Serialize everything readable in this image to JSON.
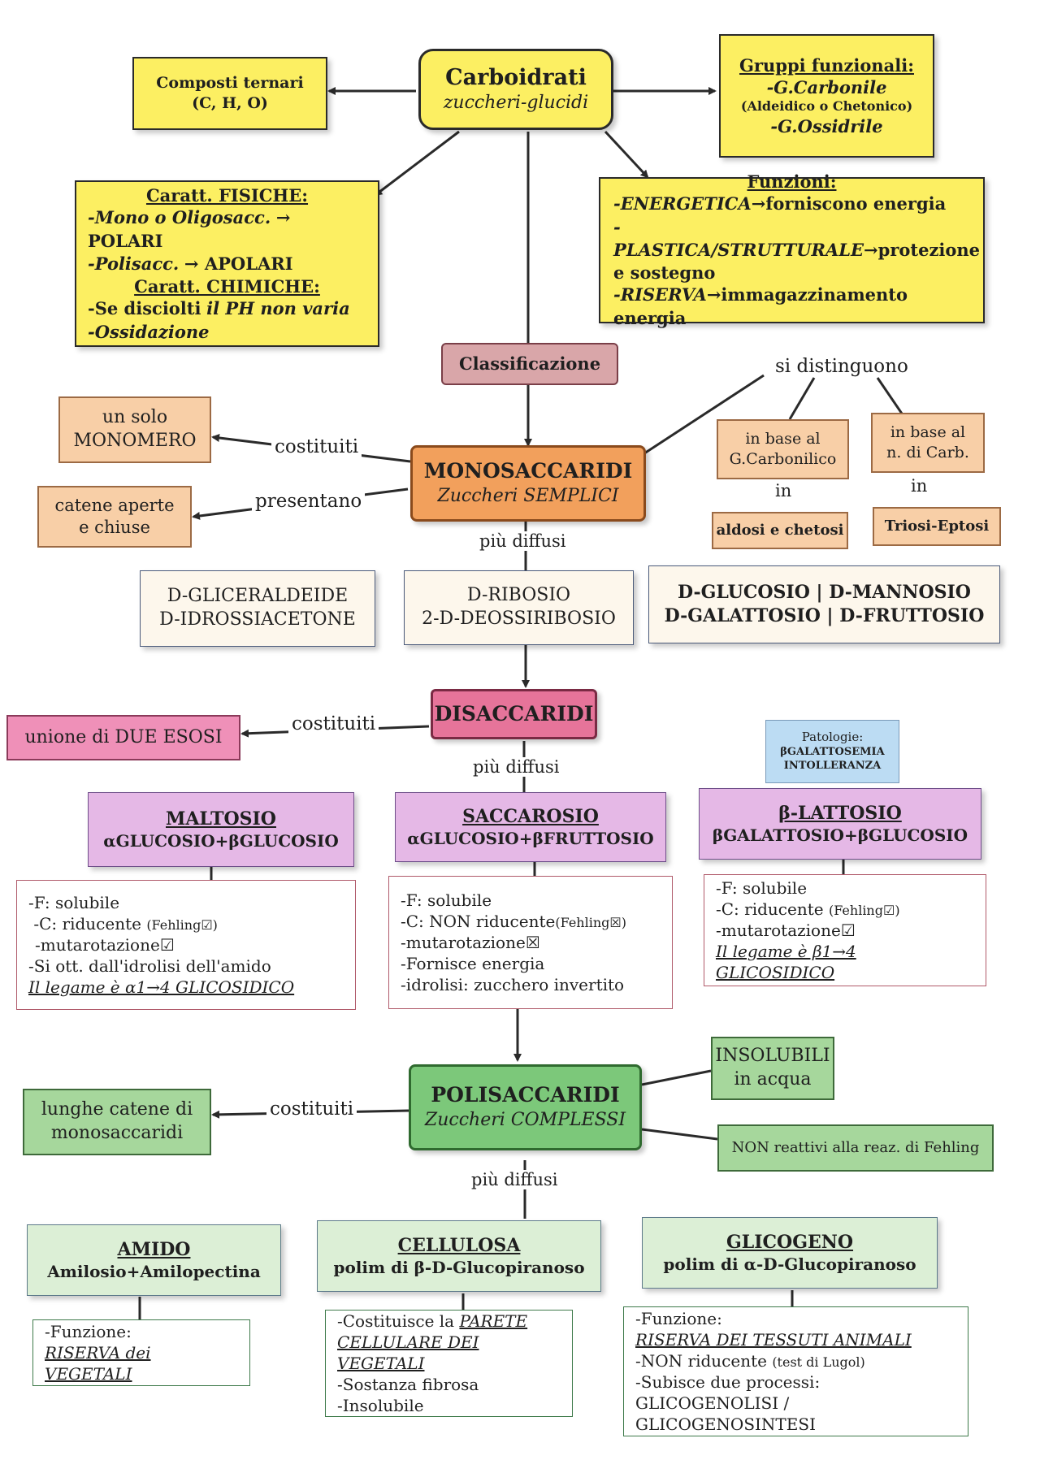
{
  "carboidrati": {
    "title": "Carboidrati",
    "subtitle": "zuccheri-glucidi"
  },
  "composti": {
    "line1": "Composti ternari",
    "line2": "(C, H, O)"
  },
  "gruppi": {
    "title": "Gruppi funzionali:",
    "item1": "-G.Carbonile",
    "item1_note": "(Aldeidico o Chetonico)",
    "item2": "-G.Ossidrile"
  },
  "caratt": {
    "fisiche_title": "Caratt. FISICHE:",
    "f1_italic": "-Mono o Oligosacc.",
    "f1_rest": "→ POLARI",
    "f2_italic": "-Polisacc.",
    "f2_rest": "→ APOLARI",
    "chimiche_title": "Caratt. CHIMICHE:",
    "c1_plain": "-Se disciolti",
    "c1_italic": "il PH non varia",
    "c2": "-Ossidazione"
  },
  "funzioni": {
    "title": "Funzioni:",
    "f1_italic": "-ENERGETICA",
    "f1_rest": "→forniscono energia",
    "f2_italic": "-PLASTICA/STRUTTURALE",
    "f2_rest": "→protezione",
    "f2_cont": "e sostegno",
    "f3_italic": "-RISERVA",
    "f3_rest": "→immagazzinamento energia"
  },
  "classificazione": "Classificazione",
  "si_distinguono": "si distinguono",
  "mono": {
    "title": "MONOSACCARIDI",
    "subtitle": "Zuccheri SEMPLICI",
    "costituiti": "costituiti",
    "presentano": "presentano",
    "monomero": {
      "line1": "un solo",
      "line2": "MONOMERO"
    },
    "catene": {
      "line1": "catene aperte",
      "line2": "e chiuse"
    },
    "base_carbonilico": {
      "line1": "in base al",
      "line2": "G.Carbonilico",
      "in": "in",
      "result": "aldosi e chetosi"
    },
    "base_carb": {
      "line1": "in base al",
      "line2": "n. di Carb.",
      "in": "in",
      "result": "Triosi-Eptosi"
    },
    "piu_diffusi": "più diffusi",
    "ex1": {
      "line1": "D-GLICERALDEIDE",
      "line2": "D-IDROSSIACETONE"
    },
    "ex2": {
      "line1": "D-RIBOSIO",
      "line2": "2-D-DEOSSIRIBOSIO"
    },
    "ex3": {
      "line1": "D-GLUCOSIO | D-MANNOSIO",
      "line2": "D-GALATTOSIO | D-FRUTTOSIO"
    }
  },
  "di": {
    "title": "DISACCARIDI",
    "costituiti": "costituiti",
    "unione": "unione di DUE ESOSI",
    "piu_diffusi": "più diffusi",
    "patologie": {
      "line1": "Patologie:",
      "line2": "βGALATTOSEMIA",
      "line3": "INTOLLERANZA"
    },
    "maltosio": {
      "title": "MALTOSIO",
      "comp": "αGLUCOSIO+βGLUCOSIO",
      "p1": "-F:  solubile",
      "p2": "-C: riducente",
      "p2_note": "(Fehling☑)",
      "p3": "-mutarotazione☑",
      "p4": "-Si ott. dall'idrolisi dell'amido",
      "p5": "Il legame è α1→4 GLICOSIDICO"
    },
    "saccarosio": {
      "title": "SACCAROSIO",
      "comp": "αGLUCOSIO+βFRUTTOSIO",
      "p1": "-F:  solubile",
      "p2": "-C: NON riducente",
      "p2_note": "(Fehling☒)",
      "p3": "-mutarotazione☒",
      "p4": "-Fornisce energia",
      "p5": "-idrolisi: zucchero invertito"
    },
    "lattosio": {
      "title": "β-LATTOSIO",
      "comp": "βGALATTOSIO+βGLUCOSIO",
      "p1": "-F:  solubile",
      "p2": "-C: riducente",
      "p2_note": "(Fehling☑)",
      "p3": "-mutarotazione☑",
      "p4": "Il legame è β1→4 GLICOSIDICO"
    }
  },
  "poli": {
    "title": "POLISACCARIDI",
    "subtitle": "Zuccheri COMPLESSI",
    "costituiti": "costituiti",
    "catene": {
      "line1": "lunghe catene di",
      "line2": "monosaccaridi"
    },
    "insolubili": {
      "line1": "INSOLUBILI",
      "line2": "in acqua"
    },
    "fehling": "NON reattivi alla reaz. di Fehling",
    "piu_diffusi": "più diffusi",
    "amido": {
      "title": "AMIDO",
      "comp": "Amilosio+Amilopectina",
      "p1": "-Funzione:",
      "p2": "RISERVA dei VEGETALI"
    },
    "cellulosa": {
      "title": "CELLULOSA",
      "comp": "polim di β-D-Glucopiranoso",
      "p1_plain": "-Costituisce la",
      "p1_u": "PARETE",
      "p2": "CELLULARE DEI VEGETALI",
      "p3": "-Sostanza fibrosa",
      "p4": "-Insolubile"
    },
    "glicogeno": {
      "title": "GLICOGENO",
      "comp": "polim di α-D-Glucopiranoso",
      "p1": "-Funzione:",
      "p2": "RISERVA DEI TESSUTI ANIMALI",
      "p3": "-NON riducente",
      "p3_note": "(test di Lugol)",
      "p4": "-Subisce due processi:",
      "p5": "GLICOGENOLISI / GLICOGENOSINTESI"
    }
  }
}
